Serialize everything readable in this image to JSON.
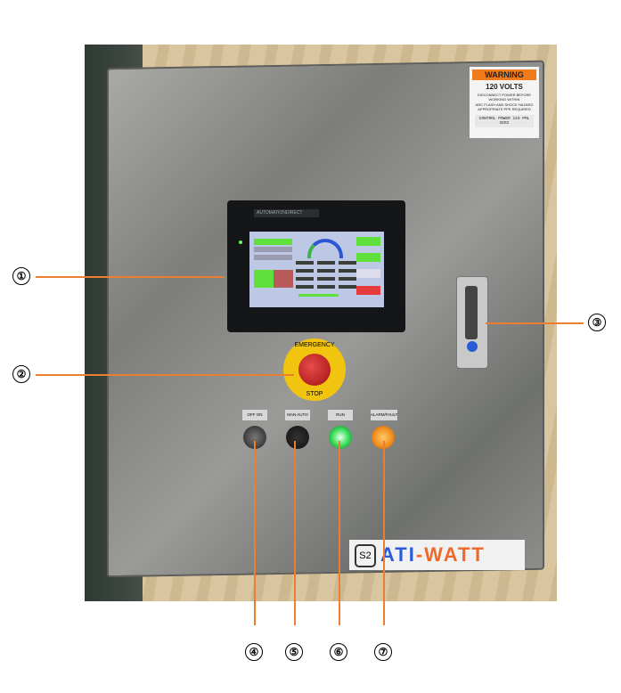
{
  "warning_label": {
    "header": "WARNING",
    "voltage": "120 VOLTS",
    "line1": "DISCONNECT POWER BEFORE WORKING WITHIN",
    "line2": "ARC FLASH AND SHOCK HAZARD APPROPRIATE PPE REQUIRED",
    "control_power": "CONTROL POWER 115 PML CER2"
  },
  "hmi": {
    "brand": "AUTOMATIONDIRECT"
  },
  "estop": {
    "top": "EMERGENCY",
    "bottom": "STOP"
  },
  "operators": [
    {
      "label": "OFF   ON",
      "color": "#2a2a2a"
    },
    {
      "label": "MAN   AUTO",
      "color": "#1a1a1a"
    },
    {
      "label": "RUN",
      "color": "#39e05a"
    },
    {
      "label": "ALARM/FAULT",
      "color": "#f08a1c"
    }
  ],
  "logo": {
    "text_a": "ATI",
    "text_b": "-WATT",
    "color_a": "#2a5bd7",
    "color_b": "#ee6a2a"
  },
  "callouts": [
    "①",
    "②",
    "③",
    "④",
    "⑤",
    "⑥",
    "⑦"
  ],
  "accent": "#ed7d31"
}
